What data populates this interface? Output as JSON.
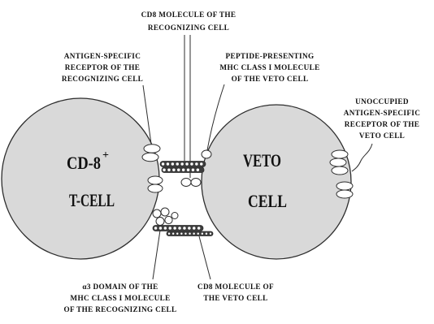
{
  "diagram": {
    "t_cell": {
      "name": "CD-8",
      "superscript": "+",
      "type": "T-CELL"
    },
    "veto_cell": {
      "line1": "VETO",
      "line2": "CELL"
    },
    "labels": {
      "cd8_of_recognizing_cell": [
        "CD8 MOLECULE OF THE",
        "RECOGNIZING CELL"
      ],
      "antigen_receptor_of_recognizing_cell": [
        "ANTIGEN-SPECIFIC",
        "RECEPTOR OF THE",
        "RECOGNIZING CELL"
      ],
      "mhc_class_i_of_veto_cell": [
        "PEPTIDE-PRESENTING",
        "MHC CLASS I MOLECULE",
        "OF THE VETO CELL"
      ],
      "unoccupied_receptor_of_veto_cell": [
        "UNOCCUPIED",
        "ANTIGEN-SPECIFIC",
        "RECEPTOR OF THE",
        "VETO CELL"
      ],
      "alpha3_domain_of_recognizing_cell": [
        "α3 DOMAIN OF THE",
        "MHC CLASS I MOLECULE",
        "OF THE RECOGNIZING CELL"
      ],
      "cd8_of_veto_cell": [
        "CD8 MOLECULE OF",
        "THE VETO CELL"
      ]
    }
  },
  "colors": {
    "background": "#ffffff",
    "cell_fill": "#d9d9d9",
    "outline": "#2e2e2e",
    "text": "#111111",
    "molecule_fill": "#ffffff",
    "band_fill": "#3c3c3c"
  }
}
